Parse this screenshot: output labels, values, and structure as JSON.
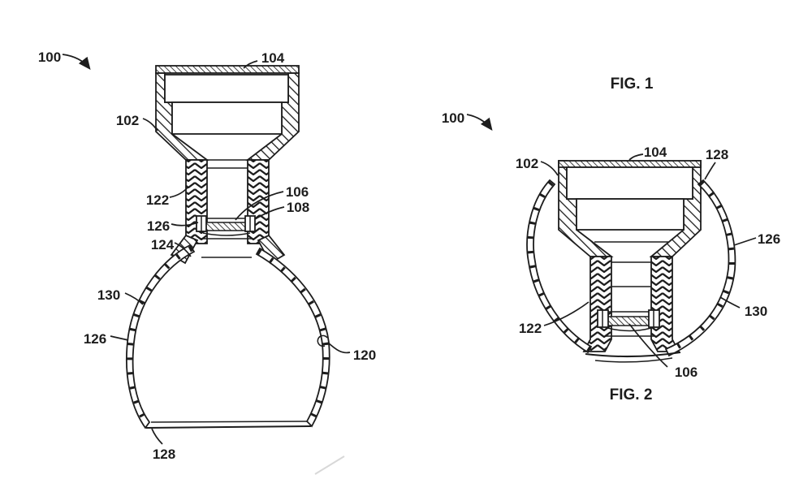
{
  "document": {
    "type": "patent-figure-sheet",
    "colors": {
      "ink": "#1d1d1d",
      "paper": "#ffffff"
    }
  },
  "fig1": {
    "caption": "FIG. 1",
    "refs": {
      "r100": "100",
      "r102": "102",
      "r104": "104",
      "r106": "106",
      "r108": "108",
      "r120": "120",
      "r122": "122",
      "r124": "124",
      "r126a": "126",
      "r126b": "126",
      "r128": "128",
      "r130": "130"
    }
  },
  "fig2": {
    "caption": "FIG. 2",
    "refs": {
      "r100": "100",
      "r102": "102",
      "r104": "104",
      "r106": "106",
      "r122": "122",
      "r126": "126",
      "r128": "128",
      "r130": "130"
    }
  }
}
